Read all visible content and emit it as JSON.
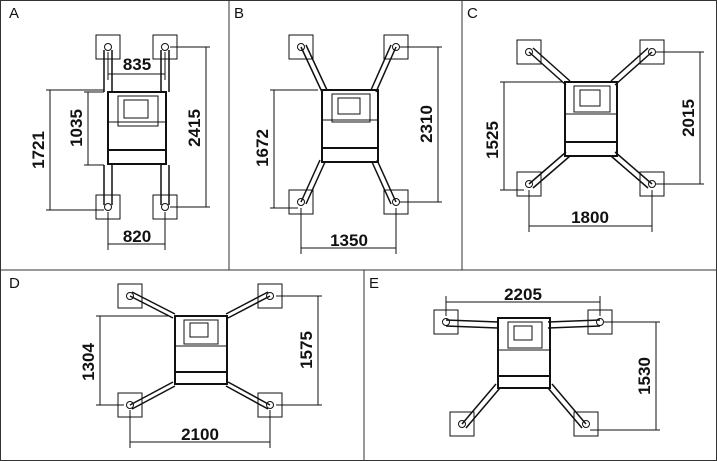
{
  "panels": [
    {
      "id": "A",
      "letter": "A",
      "dims": [
        "835",
        "1035",
        "1721",
        "2415",
        "820"
      ]
    },
    {
      "id": "B",
      "letter": "B",
      "dims": [
        "1672",
        "2310",
        "1350"
      ]
    },
    {
      "id": "C",
      "letter": "C",
      "dims": [
        "1525",
        "2015",
        "1800"
      ]
    },
    {
      "id": "D",
      "letter": "D",
      "dims": [
        "1304",
        "1575",
        "2100"
      ]
    },
    {
      "id": "E",
      "letter": "E",
      "dims": [
        "2205",
        "1530"
      ]
    }
  ],
  "colors": {
    "line": "#111111",
    "pad": "#ffffff",
    "background": "#ffffff"
  }
}
